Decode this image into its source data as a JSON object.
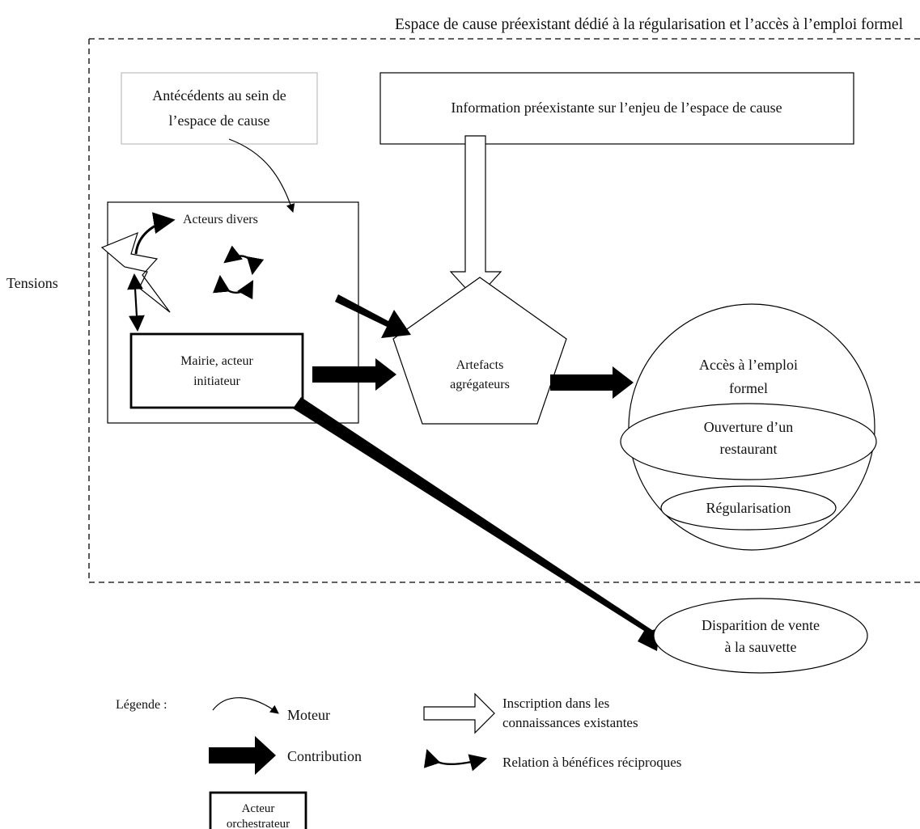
{
  "cause_space": {
    "title": "Espace de cause préexistant dédié à la régularisation et l’accès à l’emploi formel"
  },
  "tensions_label": "Tensions",
  "antecedents": {
    "line1": "Antécédents au sein de",
    "line2": "l’espace de cause"
  },
  "information": {
    "label": "Information préexistante sur l’enjeu de l’espace de cause"
  },
  "actors": {
    "various": "Acteurs divers",
    "mairie_line1": "Mairie, acteur",
    "mairie_line2": "initiateur"
  },
  "artefacts": {
    "line1": "Artefacts",
    "line2": "agrégateurs"
  },
  "employment": {
    "line1": "Accès à l’emploi",
    "line2": "formel",
    "restaurant_line1": "Ouverture d’un",
    "restaurant_line2": "restaurant",
    "regularisation": "Régularisation"
  },
  "disappearance": {
    "line1": "Disparition de vente",
    "line2": "à la sauvette"
  },
  "legend": {
    "title": "Légende :",
    "moteur": "Moteur",
    "contribution": "Contribution",
    "inscription_line1": "Inscription dans les",
    "inscription_line2": "connaissances existantes",
    "reciprocal": "Relation à bénéfices réciproques",
    "orchestrator_line1": "Acteur",
    "orchestrator_line2": "orchestrateur"
  },
  "colors": {
    "stroke": "#000000",
    "light_stroke": "#bdbdbd",
    "fill": "#ffffff",
    "text": "#111111"
  }
}
